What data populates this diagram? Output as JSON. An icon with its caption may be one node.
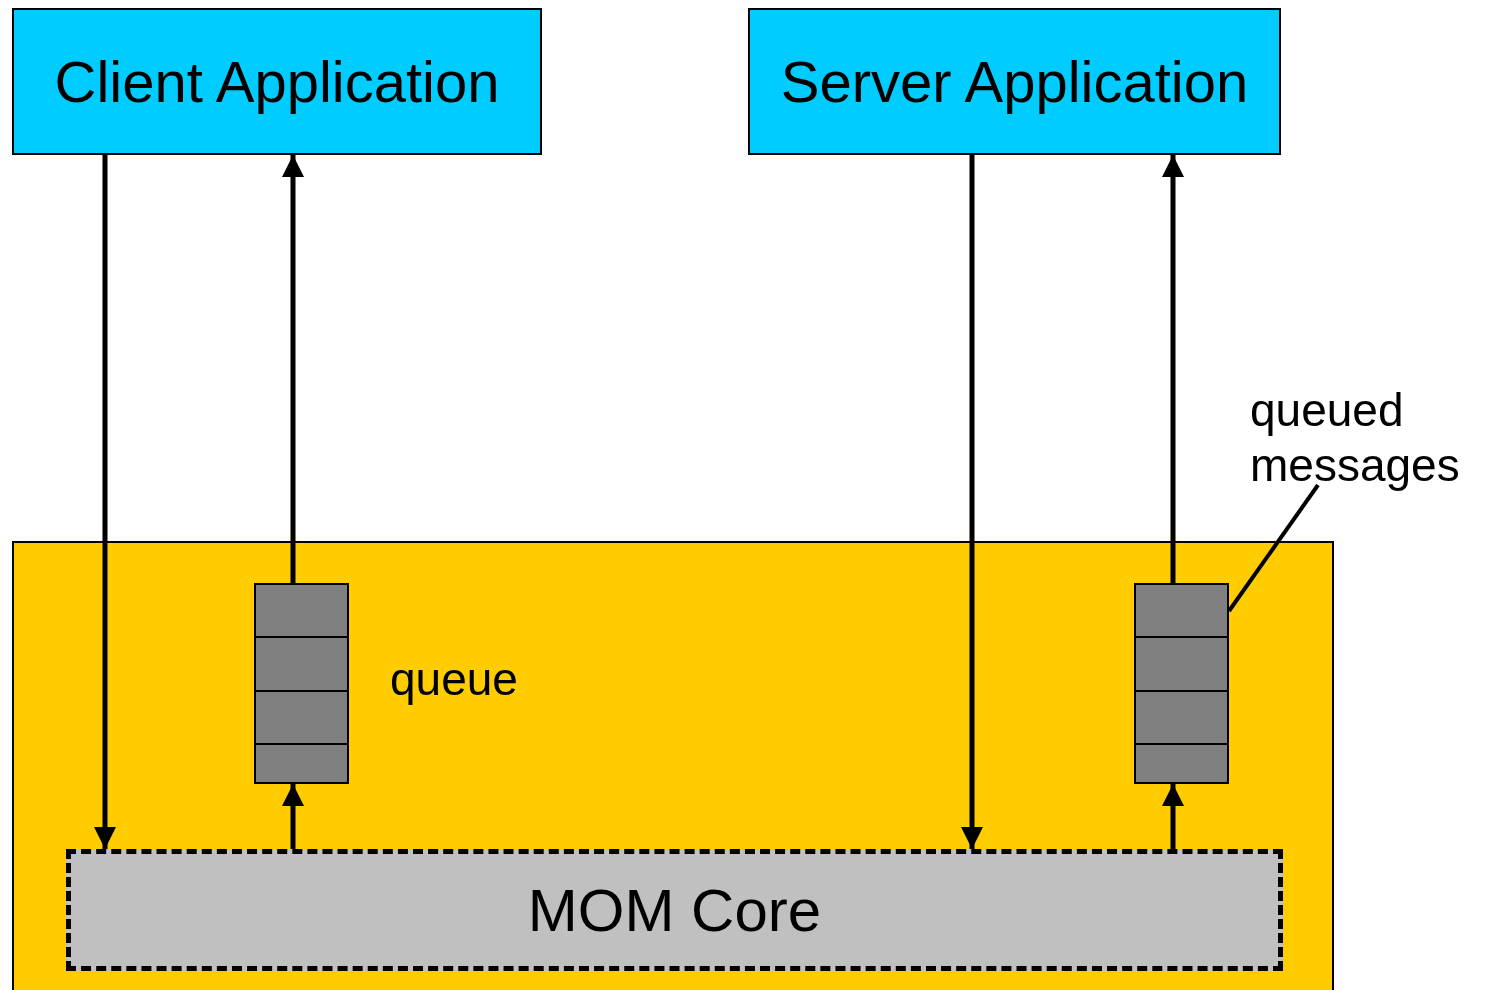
{
  "diagram": {
    "nodes": [
      {
        "text": [
          "Client Application"
        ]
      },
      {
        "text": [
          "Server Application"
        ]
      },
      {
        "text": [],
        "shape": "box"
      },
      {
        "text": [],
        "shape": "box",
        "in": 2
      },
      {
        "text": [],
        "shape": "box",
        "in": 2
      },
      {
        "text": [
          "MOM Core"
        ],
        "in": 2
      },
      {
        "text": [
          "queued messages"
        ]
      }
    ],
    "edges": [
      {
        "from": 0,
        "to": 5,
        "arrow": "to"
      },
      {
        "from": 3,
        "to": 0,
        "arrow": "to"
      },
      {
        "from": 5,
        "to": 3,
        "arrow": "to"
      },
      {
        "from": 1,
        "to": 5,
        "arrow": "to"
      },
      {
        "from": 4,
        "to": 1,
        "arrow": "to"
      },
      {
        "from": 5,
        "to": 4,
        "arrow": "to"
      },
      {
        "from": 6,
        "to": 4,
        "arrow": "none"
      }
    ],
    "labels": [
      "queue"
    ]
  }
}
